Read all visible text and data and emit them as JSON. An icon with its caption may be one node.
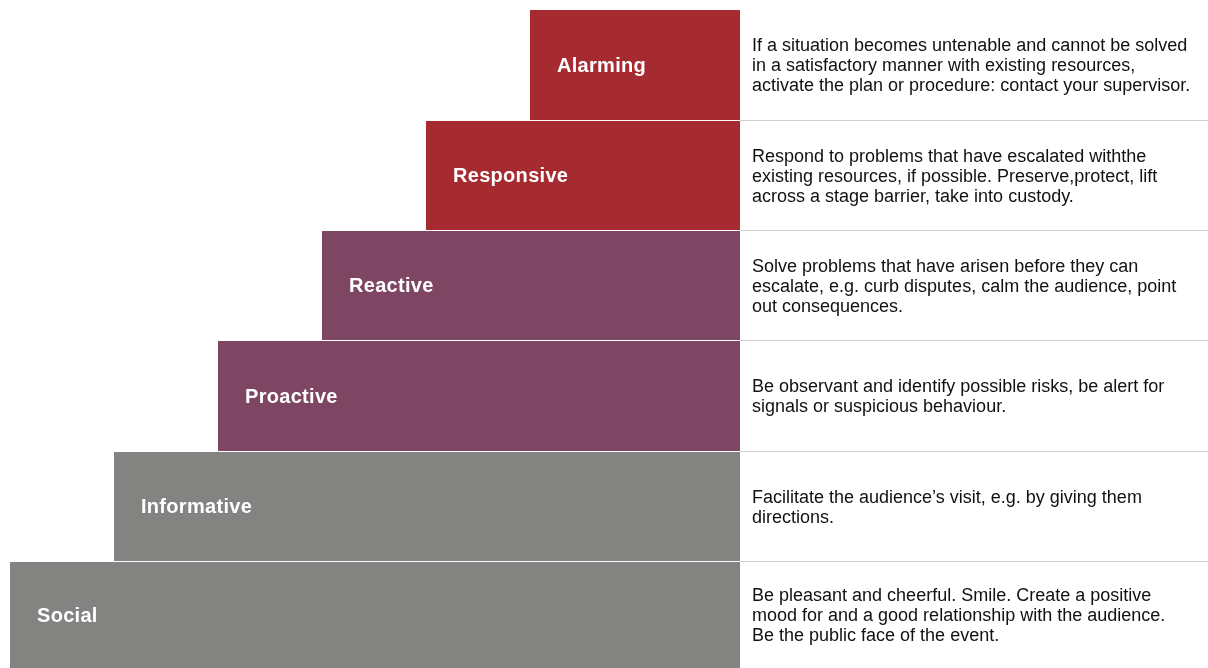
{
  "diagram": {
    "nodes": [
      {
        "text": [
          "Alarming"
        ],
        "beside": [
          "If a situation becomes untenable and cannot be solved in a satisfactory manner with existing resources, activate the plan or procedure: contact your supervisor."
        ]
      },
      {
        "text": [
          "Responsive"
        ],
        "beside": [
          "Respond to problems that have escalated withthe existing resources, if possible. Preserve,protect, lift across a stage barrier, take into custody."
        ]
      },
      {
        "text": [
          "Reactive"
        ],
        "beside": [
          "Solve problems that have arisen before they can escalate, e.g. curb disputes, calm the audience, point out consequences."
        ]
      },
      {
        "text": [
          "Proactive"
        ],
        "beside": [
          "Be observant and identify possible risks, be alert for signals or suspicious behaviour."
        ]
      },
      {
        "text": [
          "Informative"
        ],
        "beside": [
          "Facilitate the audience’s visit, e.g. by giving them directions."
        ]
      },
      {
        "text": [
          "Social"
        ],
        "beside": [
          "Be pleasant and cheerful. Smile. Create a positive mood for and a good relationship with the audience. Be the public face of the event."
        ]
      }
    ]
  }
}
